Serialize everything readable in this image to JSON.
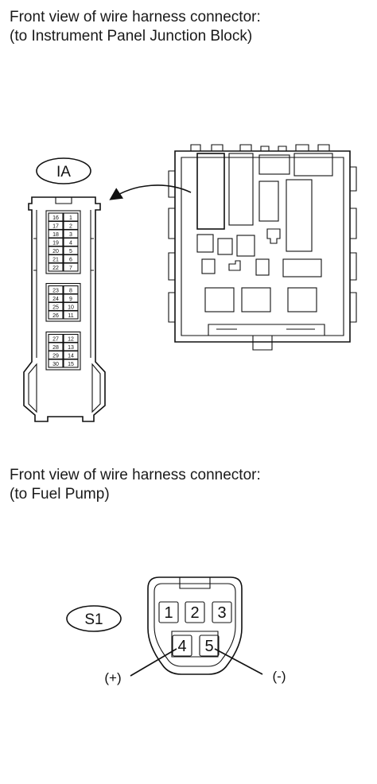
{
  "captions": {
    "top_line1": "Front view of wire harness connector:",
    "top_line2": "(to Instrument Panel Junction Block)",
    "bottom_line1": "Front view of wire harness connector:",
    "bottom_line2": "(to Fuel Pump)"
  },
  "connector_ia": {
    "code": "IA",
    "pins": [
      "16",
      "1",
      "17",
      "2",
      "18",
      "3",
      "19",
      "4",
      "20",
      "5",
      "21",
      "6",
      "22",
      "7",
      "23",
      "8",
      "24",
      "9",
      "25",
      "10",
      "26",
      "11",
      "27",
      "12",
      "28",
      "13",
      "29",
      "14",
      "30",
      "15"
    ]
  },
  "connector_s1": {
    "code": "S1",
    "pins": [
      "1",
      "2",
      "3",
      "4",
      "5"
    ],
    "plus_label": "(+)",
    "minus_label": "(-)"
  }
}
